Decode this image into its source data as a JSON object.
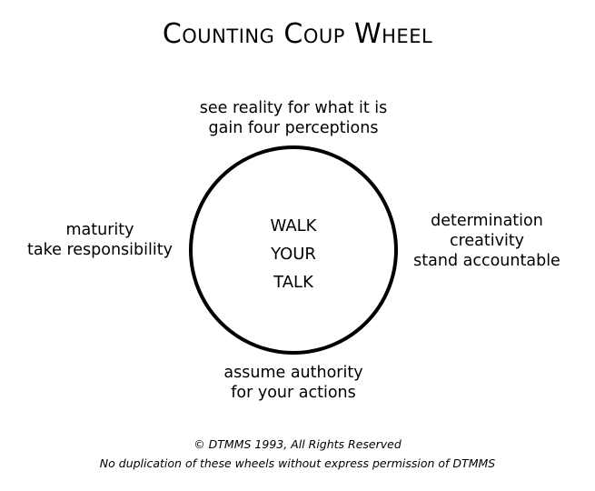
{
  "title": "Counting Coup Wheel",
  "center": [
    "WALK",
    "YOUR",
    "TALK"
  ],
  "top": [
    "see reality for what it is",
    "gain four perceptions"
  ],
  "left": [
    "maturity",
    "take responsibility"
  ],
  "right": [
    "determination",
    "creativity",
    "stand accountable"
  ],
  "bottom": [
    "assume authority",
    "for your actions"
  ],
  "footer": [
    "© DTMMS 1993, All Rights Reserved",
    "No duplication of these wheels without express permission of DTMMS"
  ]
}
